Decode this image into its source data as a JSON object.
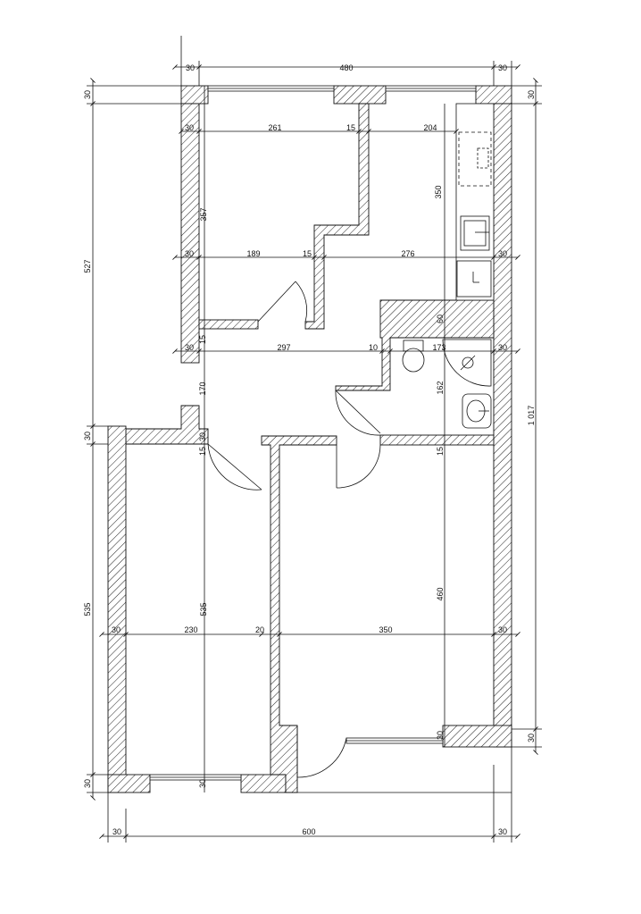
{
  "dimensions": {
    "top_left_wall": "30",
    "top_width": "480",
    "top_right_wall": "30",
    "row1_left": "30",
    "row1_room_a": "261",
    "row1_partition": "15",
    "row1_room_b": "204",
    "kitchen_depth": "350",
    "upper_room_height": "357",
    "row2_left": "30",
    "row2_room_a": "189",
    "row2_partition": "15",
    "row2_room_b": "276",
    "row2_right": "30",
    "core_wall": "60",
    "row3_left": "30",
    "row3_wall": "15",
    "row3_hall": "297",
    "row3_partition": "10",
    "row3_wc": "173",
    "row3_right": "30",
    "hall_height": "170",
    "bath_height": "162",
    "wall_15_left": "15",
    "wall_30_left": "30",
    "wall_15_right": "15",
    "lower_room_height_left": "535",
    "lower_room_height_right": "460",
    "row4_left": "30",
    "row4_room_a": "230",
    "row4_partition": "20",
    "row4_room_b": "350",
    "row4_right": "30",
    "bottom_window_wall": "30",
    "bottom_door_wall": "30",
    "left_top_wall": "30",
    "left_upper_total": "527",
    "left_mid_wall": "30",
    "left_lower_total": "535",
    "left_bottom_wall": "30",
    "right_top_wall": "30",
    "right_total": "1 017",
    "right_bottom_wall": "30",
    "bottom_left_wall": "30",
    "bottom_total": "600",
    "bottom_right_wall": "30"
  }
}
